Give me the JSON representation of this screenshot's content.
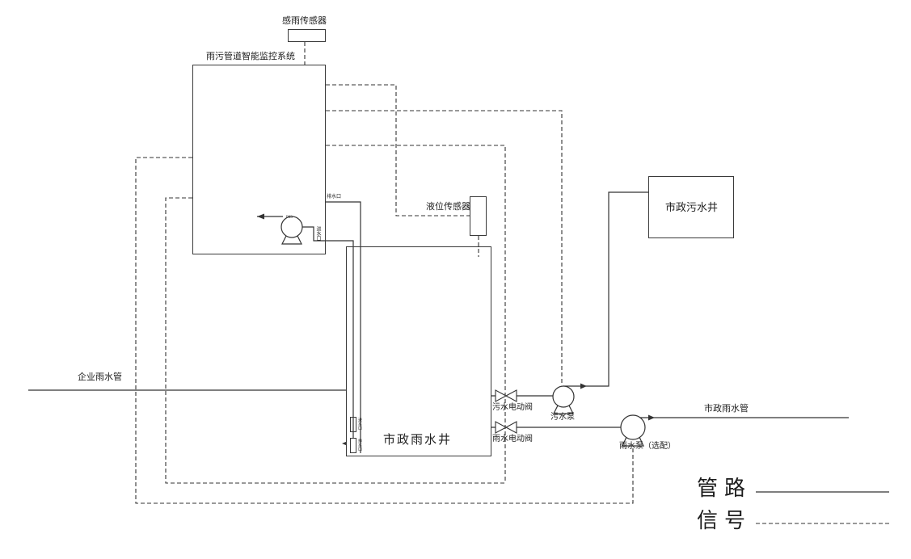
{
  "labels": {
    "rain_sensor": "感雨传感器",
    "monitoring_system": "雨污管道智能监控系统",
    "level_sensor": "液位传感器",
    "sewage_well": "市政污水井",
    "rainwater_well": "市政雨水井",
    "enterprise_rain_pipe": "企业雨水管",
    "sewage_valve": "污水电动阀",
    "sewage_pump": "污水泵",
    "rain_valve": "雨水电动阀",
    "rain_pump": "雨水泵（选配）",
    "municipal_rain_pipe": "市政雨水管",
    "drain_port": "排水口",
    "intake_port": "进水口",
    "pump_tag": "P03",
    "probe_top": "进水口",
    "probe_bottom": "排水口"
  },
  "legend": {
    "pipe": "管路",
    "signal": "信号",
    "pipe_style": "solid",
    "signal_style": "dashed"
  },
  "colors": {
    "line": "#333333",
    "text": "#222222",
    "background": "#ffffff"
  }
}
